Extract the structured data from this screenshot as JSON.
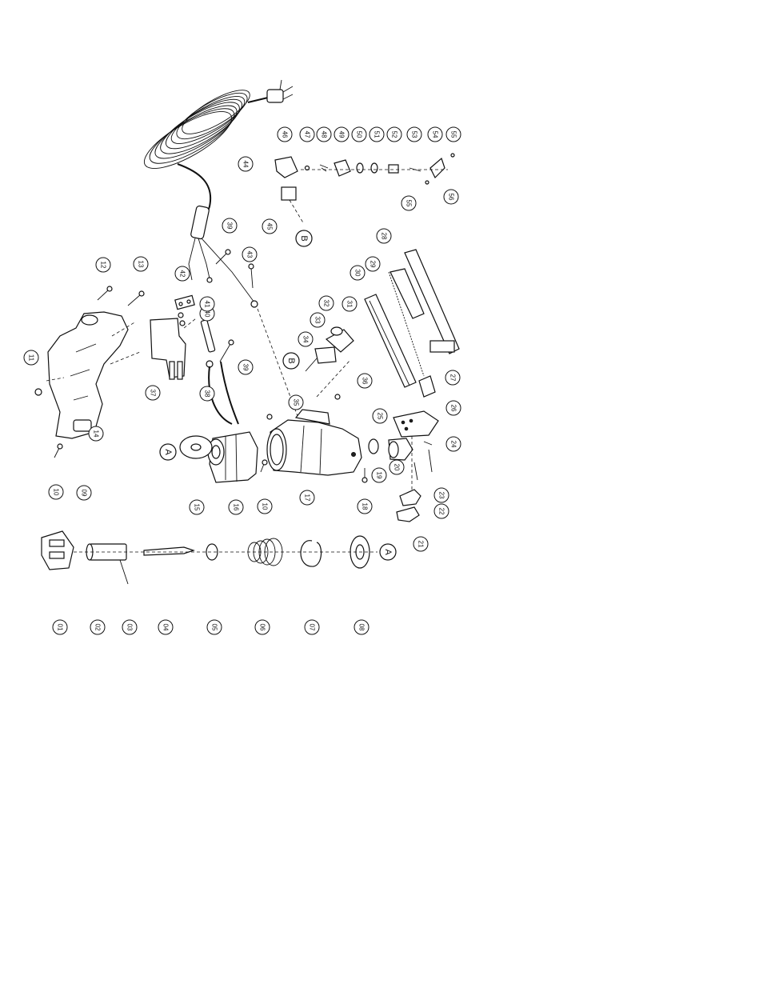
{
  "callouts": [
    "01",
    "02",
    "03",
    "04",
    "05",
    "06",
    "07",
    "08",
    "09",
    "10",
    "10",
    "11",
    "12",
    "13",
    "14",
    "15",
    "16",
    "17",
    "18",
    "19",
    "20",
    "21",
    "22",
    "23",
    "24",
    "25",
    "26",
    "27",
    "28",
    "29",
    "30",
    "31",
    "32",
    "33",
    "34",
    "35",
    "36",
    "37",
    "38",
    "39",
    "39",
    "40",
    "41",
    "42",
    "43",
    "44",
    "45",
    "46",
    "47",
    "48",
    "49",
    "50",
    "51",
    "52",
    "53",
    "54",
    "55",
    "55",
    "56"
  ],
  "reference_markers": [
    "A",
    "A",
    "B",
    "B"
  ]
}
